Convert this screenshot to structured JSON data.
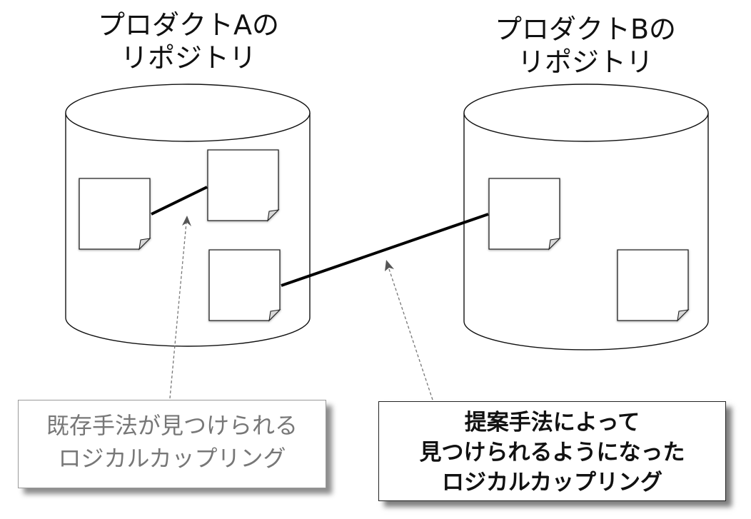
{
  "repositories": [
    {
      "title_line1": "プロダクトAの",
      "title_line2": "リポジトリ"
    },
    {
      "title_line1": "プロダクトBの",
      "title_line2": "リポジトリ"
    }
  ],
  "callouts": {
    "existing": {
      "line1": "既存手法が見つけられる",
      "line2": "ロジカルカップリング"
    },
    "proposed": {
      "line1": "提案手法によって",
      "line2": "見つけられるようになった",
      "line3": "ロジカルカップリング"
    }
  }
}
